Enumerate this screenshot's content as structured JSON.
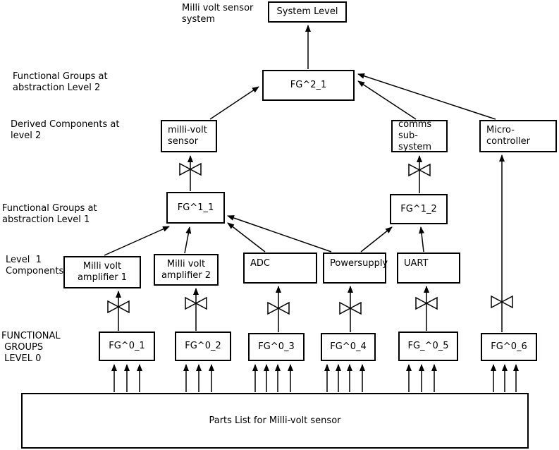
{
  "title": "Milli volt sensor\nsystem",
  "labels": {
    "fg_level2": "Functional Groups at\nabstraction Level 2",
    "derived_level2": "Derived Components at\nlevel 2",
    "fg_level1": "Functional Groups at\nabstraction Level 1",
    "level1_components": "Level  1\nComponents",
    "fg_level0": "FUNCTIONAL\n GROUPS\n LEVEL 0"
  },
  "boxes": {
    "system_level": "System Level",
    "fg2_1": "FG^2_1",
    "milli_volt_sensor": "milli-volt\nsensor",
    "comms_subsystem": "comms\nsub-system",
    "micro_controller": "Micro-\ncontroller",
    "fg1_1": "FG^1_1",
    "fg1_2": "FG^1_2",
    "amp1": "Milli volt\namplifier 1",
    "amp2": "Milli volt\namplifier 2",
    "adc": "ADC",
    "powersupply": "Powersupply",
    "uart": "UART",
    "fg0_1": "FG^0_1",
    "fg0_2": "FG^0_2",
    "fg0_3": "FG^0_3",
    "fg0_4": "FG^0_4",
    "fg0_5": "FG_^0_5",
    "fg0_6": "FG^0_6",
    "parts_list": "Parts List for Milli-volt sensor"
  },
  "colors": {
    "line": "#000000",
    "box_border": "#000000",
    "background": "#ffffff"
  }
}
